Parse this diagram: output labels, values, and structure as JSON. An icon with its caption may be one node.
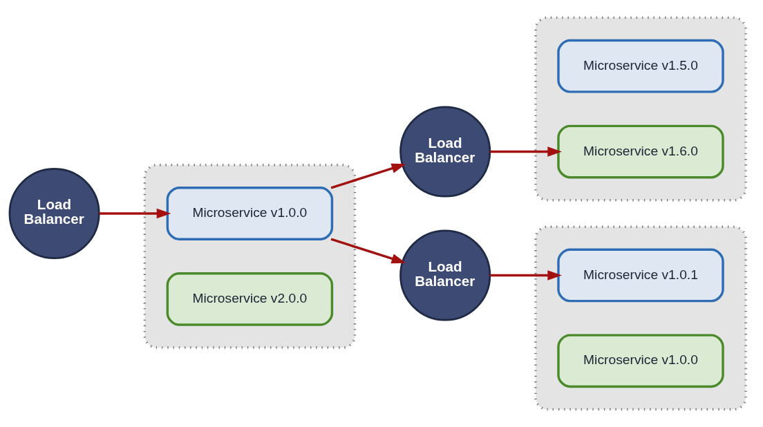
{
  "diagram": {
    "nodes": [
      {
        "text": [
          "Load Balancer"
        ]
      },
      {
        "text": [],
        "shape": "box"
      },
      {
        "text": [
          "Microservice v1.0.0"
        ],
        "in": 1
      },
      {
        "text": [
          "Microservice v2.0.0"
        ],
        "in": 1
      },
      {
        "text": [
          "Load Balancer"
        ]
      },
      {
        "text": [],
        "shape": "box"
      },
      {
        "text": [
          "Microservice v1.5.0"
        ],
        "in": 5
      },
      {
        "text": [
          "Microservice v1.6.0"
        ],
        "in": 5
      },
      {
        "text": [
          "Load Balancer"
        ]
      },
      {
        "text": [],
        "shape": "box"
      },
      {
        "text": [
          "Microservice v1.0.1"
        ],
        "in": 9
      },
      {
        "text": [
          "Microservice v1.0.0"
        ],
        "in": 9
      }
    ],
    "edges": [
      {
        "from": 0,
        "to": 2,
        "arrow": "to"
      },
      {
        "from": 2,
        "to": 4,
        "arrow": "to"
      },
      {
        "from": 2,
        "to": 8,
        "arrow": "to"
      },
      {
        "from": 4,
        "to": 7,
        "arrow": "to"
      },
      {
        "from": 8,
        "to": 10,
        "arrow": "to"
      }
    ]
  }
}
